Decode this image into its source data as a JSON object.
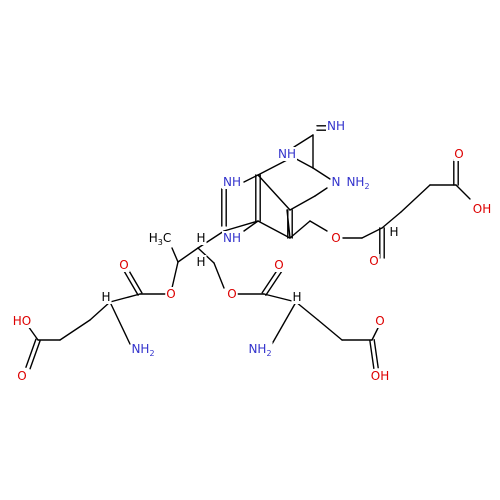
{
  "colors": {
    "bond": "#000000",
    "N": "#3333cc",
    "O": "#dd0000",
    "C": "#000000",
    "H": "#000000"
  },
  "atoms": [
    {
      "id": "imine_nh",
      "text": "NH",
      "el": "N"
    },
    {
      "id": "n1h",
      "text": "NH",
      "el": "N"
    },
    {
      "id": "n3",
      "text": "N",
      "el": "N"
    },
    {
      "id": "n8h",
      "text": "NH",
      "el": "N"
    },
    {
      "id": "n5h",
      "text": "NH",
      "el": "N"
    },
    {
      "id": "o_ring",
      "text": "O",
      "el": "O"
    },
    {
      "id": "o_carb_r",
      "text": "O",
      "el": "O"
    },
    {
      "id": "nh2_r",
      "text": "NH",
      "sub": "2",
      "el": "N"
    },
    {
      "id": "h_r",
      "text": "H",
      "el": "H"
    },
    {
      "id": "o_acid_r",
      "text": "O",
      "el": "O"
    },
    {
      "id": "oh_r",
      "text": "OH",
      "el": "O"
    },
    {
      "id": "ch3",
      "text": "H",
      "sub": "3",
      "prefix": "",
      "suffix": "C",
      "el": "C"
    },
    {
      "id": "h_c1",
      "text": "H",
      "el": "H"
    },
    {
      "id": "h_c2",
      "text": "H",
      "el": "H"
    },
    {
      "id": "o_ester_l",
      "text": "O",
      "el": "O"
    },
    {
      "id": "o_carb_l",
      "text": "O",
      "el": "O"
    },
    {
      "id": "h_l",
      "text": "H",
      "el": "H"
    },
    {
      "id": "nh2_l",
      "text": "NH",
      "sub": "2",
      "el": "N"
    },
    {
      "id": "oh_l",
      "text": "HO",
      "el": "O"
    },
    {
      "id": "o_acid_l",
      "text": "O",
      "el": "O"
    },
    {
      "id": "o_ester_m",
      "text": "O",
      "el": "O"
    },
    {
      "id": "o_carb_m",
      "text": "O",
      "el": "O"
    },
    {
      "id": "h_m",
      "text": "H",
      "el": "H"
    },
    {
      "id": "nh2_m",
      "text": "NH",
      "sub": "2",
      "el": "N"
    },
    {
      "id": "o_acid_m",
      "text": "O",
      "el": "O"
    },
    {
      "id": "oh_m",
      "text": "OH",
      "el": "O"
    }
  ]
}
